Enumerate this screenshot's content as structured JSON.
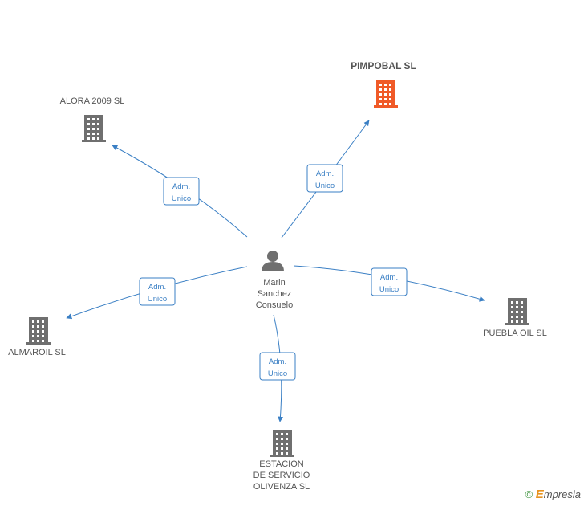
{
  "center": {
    "name_lines": [
      "Marin",
      "Sanchez",
      "Consuelo"
    ],
    "icon": "person-icon"
  },
  "companies": [
    {
      "id": "pimpobal",
      "lines": [
        "PIMPOBAL SL"
      ],
      "highlight": true,
      "color": "#f05a28"
    },
    {
      "id": "alora",
      "lines": [
        "ALORA 2009 SL"
      ],
      "highlight": false,
      "color": "#6f6f6f"
    },
    {
      "id": "almaroil",
      "lines": [
        "ALMAROIL SL"
      ],
      "highlight": false,
      "color": "#6f6f6f"
    },
    {
      "id": "puebla",
      "lines": [
        "PUEBLA OIL SL"
      ],
      "highlight": false,
      "color": "#6f6f6f"
    },
    {
      "id": "estacion",
      "lines": [
        "ESTACION",
        "DE SERVICIO",
        "OLIVENZA SL"
      ],
      "highlight": false,
      "color": "#6f6f6f"
    }
  ],
  "edges": [
    {
      "to": "pimpobal",
      "label_lines": [
        "Adm.",
        "Unico"
      ]
    },
    {
      "to": "alora",
      "label_lines": [
        "Adm.",
        "Unico"
      ]
    },
    {
      "to": "almaroil",
      "label_lines": [
        "Adm.",
        "Unico"
      ]
    },
    {
      "to": "puebla",
      "label_lines": [
        "Adm.",
        "Unico"
      ]
    },
    {
      "to": "estacion",
      "label_lines": [
        "Adm.",
        "Unico"
      ]
    }
  ],
  "style": {
    "edge_color": "#3a7fc4",
    "building_color": "#6f6f6f",
    "person_color": "#6f6f6f"
  },
  "footer": {
    "copyright": "©",
    "brand_initial": "E",
    "brand_rest": "mpresia"
  }
}
